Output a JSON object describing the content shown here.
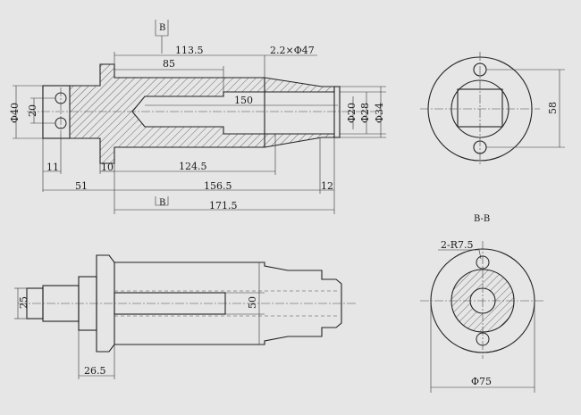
{
  "section_marks": {
    "top": "B",
    "bottom": "B"
  },
  "section_title": "B-B",
  "front_view": {
    "dims": {
      "d113_5": "113.5",
      "d85": "85",
      "d2x47": "2.2×Φ47",
      "d150": "150",
      "d40": "Φ40",
      "d20left": "20",
      "d20right": "Φ20",
      "d28": "Φ28",
      "d34": "Φ34",
      "d11": "11",
      "d10": "10",
      "d124_5": "124.5",
      "d51": "51",
      "d156_5": "156.5",
      "d12": "12",
      "d171_5": "171.5"
    }
  },
  "end_view": {
    "dims": {
      "d58": "58"
    }
  },
  "section_view": {
    "dims": {
      "r7_5": "2-R7.5",
      "d75": "Φ75"
    }
  },
  "top_view": {
    "dims": {
      "d25": "25",
      "d50": "50",
      "d26_5": "26.5"
    }
  }
}
